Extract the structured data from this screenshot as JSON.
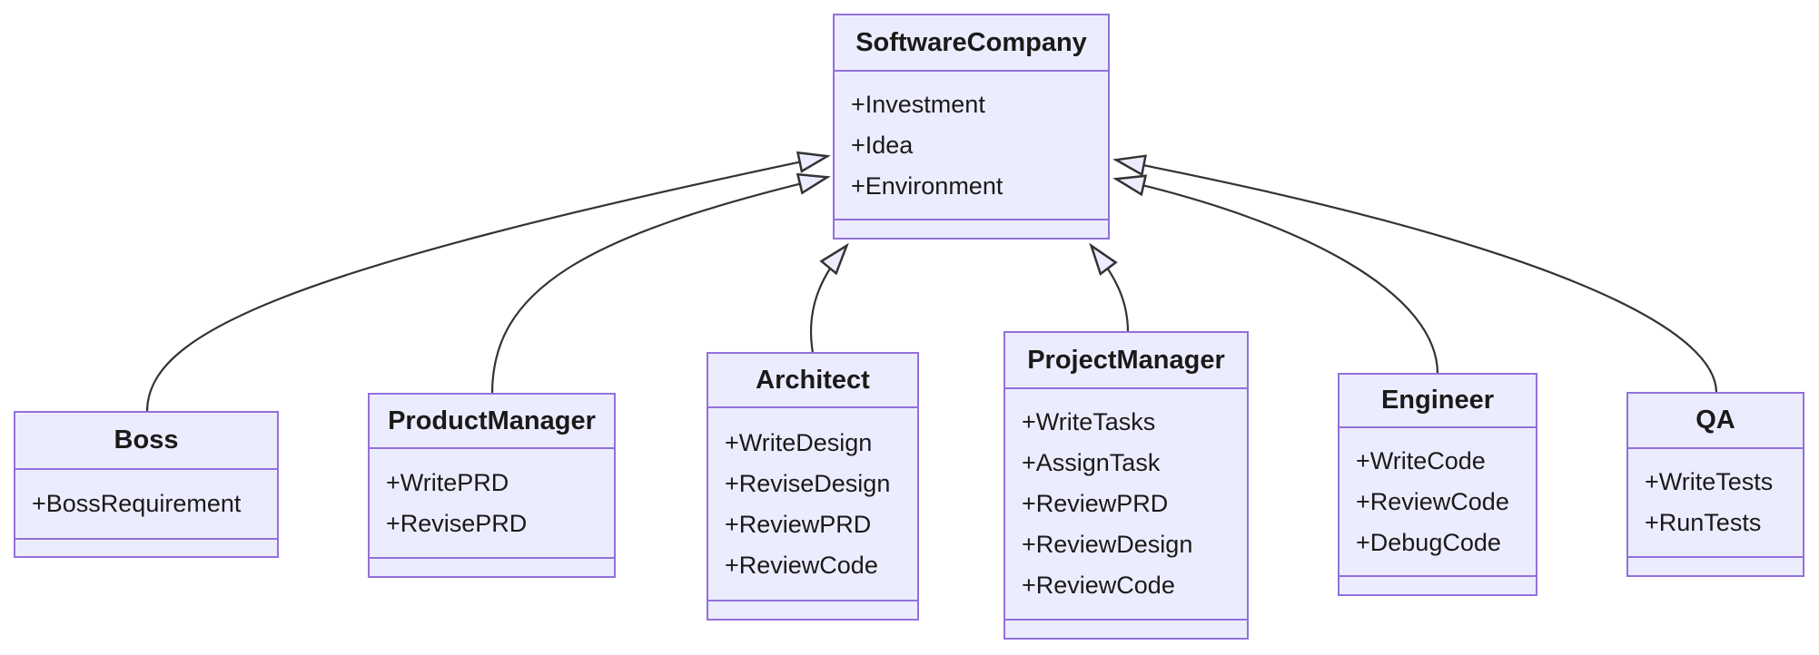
{
  "diagram": {
    "type": "uml-class-diagram",
    "colors": {
      "node_fill": "#ECECFF",
      "node_border": "#9370DB",
      "edge_line": "#333333",
      "arrowhead_fill": "#ECECFF",
      "text": "#1a1a1a",
      "background": "#ffffff"
    },
    "classes": [
      {
        "name": "SoftwareCompany",
        "attributes": [
          "+Investment",
          "+Idea",
          "+Environment"
        ]
      },
      {
        "name": "Boss",
        "attributes": [
          "+BossRequirement"
        ]
      },
      {
        "name": "ProductManager",
        "attributes": [
          "+WritePRD",
          "+RevisePRD"
        ]
      },
      {
        "name": "Architect",
        "attributes": [
          "+WriteDesign",
          "+ReviseDesign",
          "+ReviewPRD",
          "+ReviewCode"
        ]
      },
      {
        "name": "ProjectManager",
        "attributes": [
          "+WriteTasks",
          "+AssignTask",
          "+ReviewPRD",
          "+ReviewDesign",
          "+ReviewCode"
        ]
      },
      {
        "name": "Engineer",
        "attributes": [
          "+WriteCode",
          "+ReviewCode",
          "+DebugCode"
        ]
      },
      {
        "name": "QA",
        "attributes": [
          "+WriteTests",
          "+RunTests"
        ]
      }
    ],
    "relations": [
      {
        "from": "Boss",
        "to": "SoftwareCompany",
        "type": "inheritance"
      },
      {
        "from": "ProductManager",
        "to": "SoftwareCompany",
        "type": "inheritance"
      },
      {
        "from": "Architect",
        "to": "SoftwareCompany",
        "type": "inheritance"
      },
      {
        "from": "ProjectManager",
        "to": "SoftwareCompany",
        "type": "inheritance"
      },
      {
        "from": "Engineer",
        "to": "SoftwareCompany",
        "type": "inheritance"
      },
      {
        "from": "QA",
        "to": "SoftwareCompany",
        "type": "inheritance"
      }
    ]
  }
}
